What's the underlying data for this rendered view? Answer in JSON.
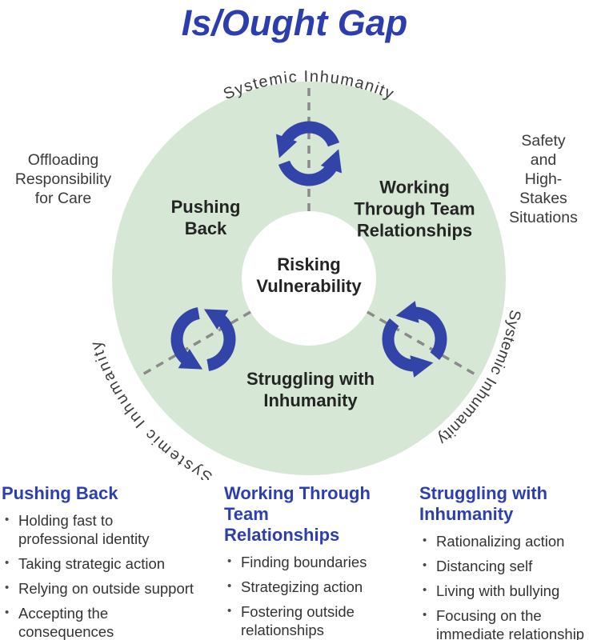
{
  "title": "Is/Ought Gap",
  "colors": {
    "ring_green": "#d6e8d5",
    "icon_blue": "#3344a8",
    "heading_blue": "#2d3fad",
    "title_blue": "#2c3ead",
    "dash_gray": "#8a8a8a"
  },
  "donut": {
    "center_label": "Risking\nVulnerability",
    "sections": [
      {
        "label": "Pushing\nBack"
      },
      {
        "label": "Working\nThrough Team\nRelationships"
      },
      {
        "label": "Struggling with\nInhumanity"
      }
    ],
    "icons": [
      {
        "name": "cycle-arrows-top"
      },
      {
        "name": "cycle-arrows-lower-left"
      },
      {
        "name": "cycle-arrows-lower-right"
      }
    ],
    "outer_labels": {
      "top_curved": "Systemic Inhumanity",
      "left_curved": "Systemic Inhumanity",
      "right_curved": "Systemic Inhumanity",
      "left": "Offloading\nResponsibility\nfor Care",
      "right": "Safety and\nHigh-Stakes\nSituations"
    }
  },
  "legend_columns": [
    {
      "heading": "Pushing Back",
      "items": [
        "Holding fast to\nprofessional identity",
        "Taking strategic action",
        "Relying on outside support",
        "Accepting the\nconsequences"
      ]
    },
    {
      "heading": "Working Through\nTeam Relationships",
      "items": [
        "Finding boundaries",
        "Strategizing action",
        "Fostering outside\nrelationships"
      ]
    },
    {
      "heading": "Struggling with\nInhumanity",
      "items": [
        "Rationalizing action",
        "Distancing self",
        "Living with bullying",
        "Focusing on the\nimmediate relationship"
      ]
    }
  ]
}
